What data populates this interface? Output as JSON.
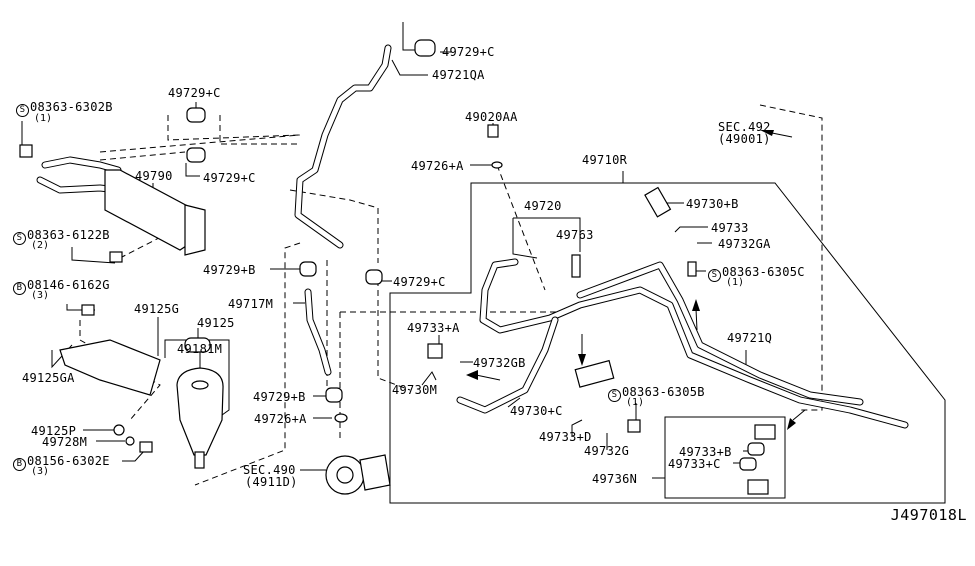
{
  "diagram": {
    "title": "Power Steering Piping Parts Diagram",
    "diagram_code": "J497018L",
    "parts": [
      {
        "id": "p1",
        "number": "49729+C"
      },
      {
        "id": "p2",
        "number": "49721QA"
      },
      {
        "id": "p3",
        "number": "49729+C"
      },
      {
        "id": "p4",
        "number": "08363-6302B",
        "prefix": "S",
        "qty": "(1)"
      },
      {
        "id": "p5",
        "number": "49790"
      },
      {
        "id": "p6",
        "number": "49729+C"
      },
      {
        "id": "p7",
        "number": "08363-6122B",
        "prefix": "S",
        "qty": "(2)"
      },
      {
        "id": "p8",
        "number": "49020AA"
      },
      {
        "id": "p9",
        "number": "49726+A"
      },
      {
        "id": "p10",
        "number": "49710R"
      },
      {
        "id": "p11",
        "number": "SEC.492",
        "sub": "(49001)"
      },
      {
        "id": "p12",
        "number": "49730+B"
      },
      {
        "id": "p13",
        "number": "49733"
      },
      {
        "id": "p14",
        "number": "49732GA"
      },
      {
        "id": "p15",
        "number": "08363-6305C",
        "prefix": "S",
        "qty": "(1)"
      },
      {
        "id": "p16",
        "number": "49720"
      },
      {
        "id": "p17",
        "number": "49763"
      },
      {
        "id": "p18",
        "number": "49729+B"
      },
      {
        "id": "p19",
        "number": "49729+C"
      },
      {
        "id": "p20",
        "number": "08146-6162G",
        "prefix": "B",
        "qty": "(3)"
      },
      {
        "id": "p21",
        "number": "49717M"
      },
      {
        "id": "p22",
        "number": "49125G"
      },
      {
        "id": "p23",
        "number": "49125"
      },
      {
        "id": "p24",
        "number": "49181M"
      },
      {
        "id": "p25",
        "number": "49125GA"
      },
      {
        "id": "p26",
        "number": "49733+A"
      },
      {
        "id": "p27",
        "number": "49732GB"
      },
      {
        "id": "p28",
        "number": "49730M"
      },
      {
        "id": "p29",
        "number": "49721Q"
      },
      {
        "id": "p30",
        "number": "49729+B"
      },
      {
        "id": "p31",
        "number": "49726+A"
      },
      {
        "id": "p32",
        "number": "49730+C"
      },
      {
        "id": "p33",
        "number": "08363-6305B",
        "prefix": "S",
        "qty": "(1)"
      },
      {
        "id": "p34",
        "number": "49125P"
      },
      {
        "id": "p35",
        "number": "49728M"
      },
      {
        "id": "p36",
        "number": "08156-6302E",
        "prefix": "B",
        "qty": "(3)"
      },
      {
        "id": "p37",
        "number": "49733+D"
      },
      {
        "id": "p38",
        "number": "49732G"
      },
      {
        "id": "p39",
        "number": "SEC.490",
        "sub": "(4911D)"
      },
      {
        "id": "p40",
        "number": "49733+B"
      },
      {
        "id": "p41",
        "number": "49733+C"
      },
      {
        "id": "p42",
        "number": "49736N"
      }
    ]
  }
}
